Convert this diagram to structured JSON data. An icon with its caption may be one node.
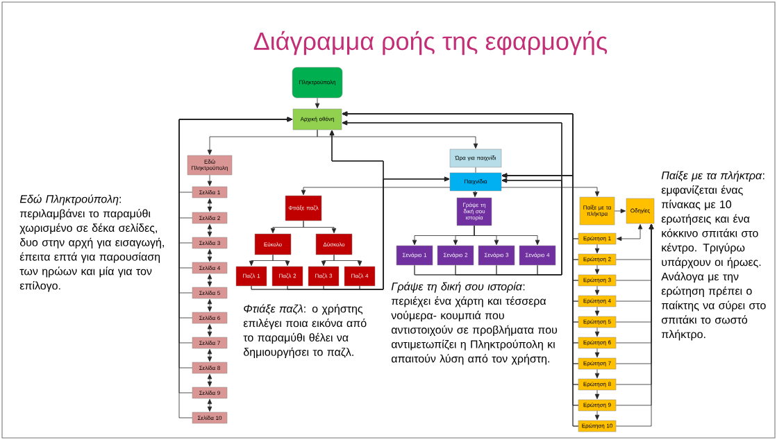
{
  "diagram": {
    "title": "Διάγραμμα ροής της εφαρμογής",
    "nodes": [
      {
        "text": [
          "Πληκτρούπολη"
        ]
      },
      {
        "text": [
          "Αρχική οθόνη"
        ]
      },
      {
        "text": [
          "Εδώ Πληκτρούπολη"
        ]
      },
      {
        "text": [
          "Σελίδα 1"
        ]
      },
      {
        "text": [
          "Σελίδα 2"
        ]
      },
      {
        "text": [
          "Σελίδα 3"
        ]
      },
      {
        "text": [
          "Σελίδα 4"
        ]
      },
      {
        "text": [
          "Σελίδα 5"
        ]
      },
      {
        "text": [
          "Σελίδα 6"
        ]
      },
      {
        "text": [
          "Σελίδα 7"
        ]
      },
      {
        "text": [
          "Σελίδα 8"
        ]
      },
      {
        "text": [
          "Σελίδα 9"
        ]
      },
      {
        "text": [
          "Σελίδα 10"
        ]
      },
      {
        "text": [
          "Ώρα για παιχνίδι"
        ]
      },
      {
        "text": [
          "Παιχνίδια"
        ]
      },
      {
        "text": [
          "Φτιάξε παζλ"
        ]
      },
      {
        "text": [
          "Εύκολο"
        ]
      },
      {
        "text": [
          "Δύσκολο"
        ]
      },
      {
        "text": [
          "Παζλ 1"
        ]
      },
      {
        "text": [
          "Παζλ 2"
        ]
      },
      {
        "text": [
          "Παζλ 3"
        ]
      },
      {
        "text": [
          "Παζλ 4"
        ]
      },
      {
        "text": [
          "Γράψε τη δική σου ιστορία"
        ]
      },
      {
        "text": [
          "Σενάριο 1"
        ]
      },
      {
        "text": [
          "Σενάριο 2"
        ]
      },
      {
        "text": [
          "Σενάριο 3"
        ]
      },
      {
        "text": [
          "Σενάριο 4"
        ]
      },
      {
        "text": [
          "Παίξε με τα πλήκτρα"
        ]
      },
      {
        "text": [
          "Οδηγίες"
        ]
      },
      {
        "text": [
          "Ερώτηση 1"
        ]
      },
      {
        "text": [
          "Ερώτηση 2"
        ]
      },
      {
        "text": [
          "Ερώτηση 3"
        ]
      },
      {
        "text": [
          "Ερώτηση 4"
        ]
      },
      {
        "text": [
          "Ερώτηση 5"
        ]
      },
      {
        "text": [
          "Ερώτηση 6"
        ]
      },
      {
        "text": [
          "Ερώτηση 7"
        ]
      },
      {
        "text": [
          "Ερώτηση 8"
        ]
      },
      {
        "text": [
          "Ερώτηση 9"
        ]
      },
      {
        "text": [
          "Ερώτηση 10"
        ]
      }
    ],
    "edges": [
      {
        "from": 0,
        "to": 1,
        "arrow": "to"
      },
      {
        "from": 1,
        "to": 2,
        "arrow": "to"
      },
      {
        "from": 1,
        "to": 13,
        "arrow": "to"
      },
      {
        "from": 2,
        "to": 3,
        "arrow": "to"
      },
      {
        "from": 3,
        "to": 4,
        "arrow": "both"
      },
      {
        "from": 4,
        "to": 5,
        "arrow": "both"
      },
      {
        "from": 5,
        "to": 6,
        "arrow": "both"
      },
      {
        "from": 6,
        "to": 7,
        "arrow": "both"
      },
      {
        "from": 7,
        "to": 8,
        "arrow": "both"
      },
      {
        "from": 8,
        "to": 9,
        "arrow": "both"
      },
      {
        "from": 9,
        "to": 10,
        "arrow": "both"
      },
      {
        "from": 10,
        "to": 11,
        "arrow": "both"
      },
      {
        "from": 11,
        "to": 12,
        "arrow": "both"
      },
      {
        "from": 3,
        "to": 1,
        "arrow": "to"
      },
      {
        "from": 4,
        "to": 1,
        "arrow": "to"
      },
      {
        "from": 5,
        "to": 1,
        "arrow": "to"
      },
      {
        "from": 6,
        "to": 1,
        "arrow": "to"
      },
      {
        "from": 7,
        "to": 1,
        "arrow": "to"
      },
      {
        "from": 8,
        "to": 1,
        "arrow": "to"
      },
      {
        "from": 9,
        "to": 1,
        "arrow": "to"
      },
      {
        "from": 10,
        "to": 1,
        "arrow": "to"
      },
      {
        "from": 11,
        "to": 1,
        "arrow": "to"
      },
      {
        "from": 12,
        "to": 1,
        "arrow": "to"
      },
      {
        "from": 13,
        "to": 14,
        "arrow": "none"
      },
      {
        "from": 14,
        "to": 15,
        "arrow": "to"
      },
      {
        "from": 15,
        "to": 16,
        "arrow": "to"
      },
      {
        "from": 15,
        "to": 17,
        "arrow": "to"
      },
      {
        "from": 16,
        "to": 18,
        "arrow": "to"
      },
      {
        "from": 16,
        "to": 19,
        "arrow": "to"
      },
      {
        "from": 17,
        "to": 20,
        "arrow": "to"
      },
      {
        "from": 17,
        "to": 21,
        "arrow": "to"
      },
      {
        "from": 18,
        "to": 1,
        "arrow": "to"
      },
      {
        "from": 19,
        "to": 1,
        "arrow": "to"
      },
      {
        "from": 20,
        "to": 1,
        "arrow": "to"
      },
      {
        "from": 21,
        "to": 1,
        "arrow": "to"
      },
      {
        "from": 18,
        "to": 14,
        "arrow": "to"
      },
      {
        "from": 19,
        "to": 14,
        "arrow": "to"
      },
      {
        "from": 20,
        "to": 14,
        "arrow": "to"
      },
      {
        "from": 21,
        "to": 14,
        "arrow": "to"
      },
      {
        "from": 14,
        "to": 22,
        "arrow": "to"
      },
      {
        "from": 22,
        "to": 23,
        "arrow": "to"
      },
      {
        "from": 22,
        "to": 24,
        "arrow": "to"
      },
      {
        "from": 22,
        "to": 25,
        "arrow": "to"
      },
      {
        "from": 22,
        "to": 26,
        "arrow": "to"
      },
      {
        "from": 23,
        "to": 1,
        "arrow": "to"
      },
      {
        "from": 24,
        "to": 1,
        "arrow": "to"
      },
      {
        "from": 25,
        "to": 1,
        "arrow": "to"
      },
      {
        "from": 26,
        "to": 1,
        "arrow": "to"
      },
      {
        "from": 23,
        "to": 14,
        "arrow": "to"
      },
      {
        "from": 24,
        "to": 14,
        "arrow": "to"
      },
      {
        "from": 25,
        "to": 14,
        "arrow": "to"
      },
      {
        "from": 26,
        "to": 14,
        "arrow": "to"
      },
      {
        "from": 14,
        "to": 27,
        "arrow": "to"
      },
      {
        "from": 27,
        "to": 28,
        "arrow": "to"
      },
      {
        "from": 28,
        "to": 29,
        "arrow": "both"
      },
      {
        "from": 29,
        "to": 30,
        "arrow": "to"
      },
      {
        "from": 30,
        "to": 31,
        "arrow": "to"
      },
      {
        "from": 31,
        "to": 32,
        "arrow": "to"
      },
      {
        "from": 32,
        "to": 33,
        "arrow": "to"
      },
      {
        "from": 33,
        "to": 34,
        "arrow": "to"
      },
      {
        "from": 34,
        "to": 35,
        "arrow": "to"
      },
      {
        "from": 35,
        "to": 36,
        "arrow": "to"
      },
      {
        "from": 36,
        "to": 37,
        "arrow": "to"
      },
      {
        "from": 37,
        "to": 38,
        "arrow": "to"
      },
      {
        "from": 29,
        "to": 1,
        "arrow": "to"
      },
      {
        "from": 30,
        "to": 1,
        "arrow": "to"
      },
      {
        "from": 31,
        "to": 1,
        "arrow": "to"
      },
      {
        "from": 32,
        "to": 1,
        "arrow": "to"
      },
      {
        "from": 33,
        "to": 1,
        "arrow": "to"
      },
      {
        "from": 34,
        "to": 1,
        "arrow": "to"
      },
      {
        "from": 35,
        "to": 1,
        "arrow": "to"
      },
      {
        "from": 36,
        "to": 1,
        "arrow": "to"
      },
      {
        "from": 37,
        "to": 1,
        "arrow": "to"
      },
      {
        "from": 38,
        "to": 1,
        "arrow": "to"
      },
      {
        "from": 29,
        "to": 14,
        "arrow": "to"
      },
      {
        "from": 30,
        "to": 14,
        "arrow": "to"
      },
      {
        "from": 31,
        "to": 14,
        "arrow": "to"
      },
      {
        "from": 32,
        "to": 14,
        "arrow": "to"
      },
      {
        "from": 33,
        "to": 14,
        "arrow": "to"
      },
      {
        "from": 34,
        "to": 14,
        "arrow": "to"
      },
      {
        "from": 35,
        "to": 14,
        "arrow": "to"
      },
      {
        "from": 36,
        "to": 14,
        "arrow": "to"
      },
      {
        "from": 37,
        "to": 14,
        "arrow": "to"
      },
      {
        "from": 38,
        "to": 14,
        "arrow": "to"
      },
      {
        "from": 30,
        "to": 28,
        "arrow": "to"
      },
      {
        "from": 31,
        "to": 28,
        "arrow": "to"
      },
      {
        "from": 32,
        "to": 28,
        "arrow": "to"
      },
      {
        "from": 33,
        "to": 28,
        "arrow": "to"
      },
      {
        "from": 34,
        "to": 28,
        "arrow": "to"
      },
      {
        "from": 35,
        "to": 28,
        "arrow": "to"
      },
      {
        "from": 36,
        "to": 28,
        "arrow": "to"
      },
      {
        "from": 37,
        "to": 28,
        "arrow": "to"
      },
      {
        "from": 38,
        "to": 28,
        "arrow": "to"
      }
    ],
    "labels": [
      "*Εδώ Πληκτρούπολη*: περιλαμβάνει το παραμύθι χωρισμένο σε δέκα σελίδες, δυο στην αρχή για εισαγωγή, έπειτα επτά για παρουσίαση των ηρώων και μία για τον επίλογο.",
      "*Φτιάξε παζλ*: ο χρήστης επιλέγει ποια εικόνα από το παραμύθι θέλει να δημιουργήσει το παζλ.",
      "*Γράψε τη δική σου ιστορία*: περιέχει ένα χάρτη και τέσσερα νούμερα- κουμπιά που αντιστοιχούν σε προβλήματα που αντιμετωπίζει η Πληκτρούπολη κι απαιτούν λύση από τον χρήστη.",
      "*Παίξε με τα πλήκτρα*: εμφανίζεται ένας πίνακας με 10 ερωτήσεις και ένα κόκκινο σπιτάκι στο κέντρο. Τριγύρω υπάρχουν οι ήρωες. Ανάλογα με την ερώτηση πρέπει ο παίκτης να σύρει στο σπιτάκι το σωστό πλήκτρο."
    ]
  }
}
